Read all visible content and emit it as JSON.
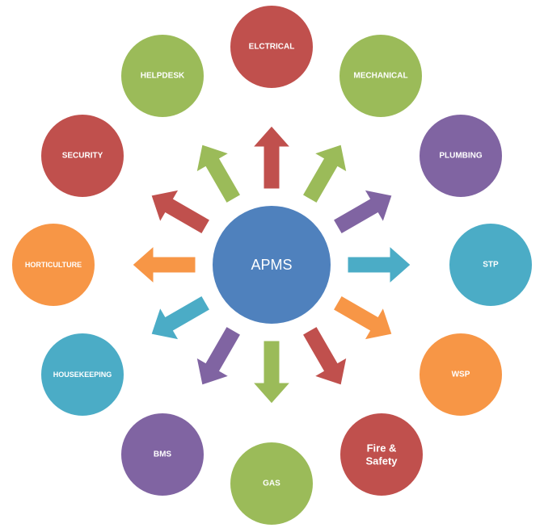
{
  "hub": {
    "label": "APMS",
    "color": "#4f81bd"
  },
  "nodes": [
    {
      "id": "elctrical",
      "label": "ELCTRICAL",
      "color": "#c0504d"
    },
    {
      "id": "mechanical",
      "label": "MECHANICAL",
      "color": "#9bbb59"
    },
    {
      "id": "plumbing",
      "label": "PLUMBING",
      "color": "#8064a2"
    },
    {
      "id": "stp",
      "label": "STP",
      "color": "#4bacc6"
    },
    {
      "id": "wsp",
      "label": "WSP",
      "color": "#f79646"
    },
    {
      "id": "fire-safety",
      "label": "Fire &\nSafety",
      "color": "#c0504d"
    },
    {
      "id": "gas",
      "label": "GAS",
      "color": "#9bbb59"
    },
    {
      "id": "bms",
      "label": "BMS",
      "color": "#8064a2"
    },
    {
      "id": "housekeeping",
      "label": "HOUSEKEEPING",
      "color": "#4bacc6"
    },
    {
      "id": "horticulture",
      "label": "HORTICULTURE",
      "color": "#f79646"
    },
    {
      "id": "security",
      "label": "SECURITY",
      "color": "#c0504d"
    },
    {
      "id": "helpdesk",
      "label": "HELPDESK",
      "color": "#9bbb59"
    }
  ]
}
